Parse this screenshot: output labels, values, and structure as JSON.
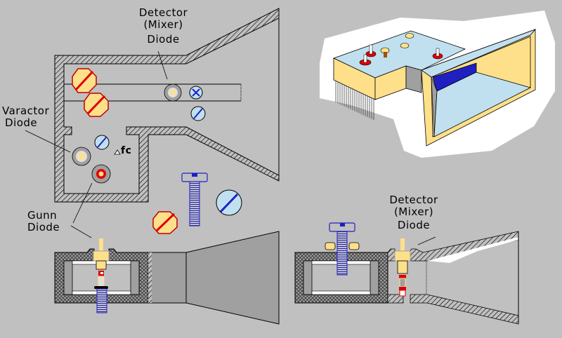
{
  "labels": {
    "detector_top": [
      "Detector",
      "(Mixer)",
      "Diode"
    ],
    "varactor": [
      "Varactor",
      "Diode"
    ],
    "gunn": [
      "Gunn",
      "Diode"
    ],
    "fc": "fc",
    "detector_bottom": [
      "Detector",
      "(Mixer)",
      "Diode"
    ]
  },
  "colors": {
    "background": "#c0c0c0",
    "hatch": "#808080",
    "screw_yellow": "#ffe08a",
    "screw_red": "#e00000",
    "screw_blue": "#c0e0f0",
    "slot_blue": "#2020c0",
    "waveguide_gray": "#a0a0a0",
    "wall_dark": "#707070"
  }
}
